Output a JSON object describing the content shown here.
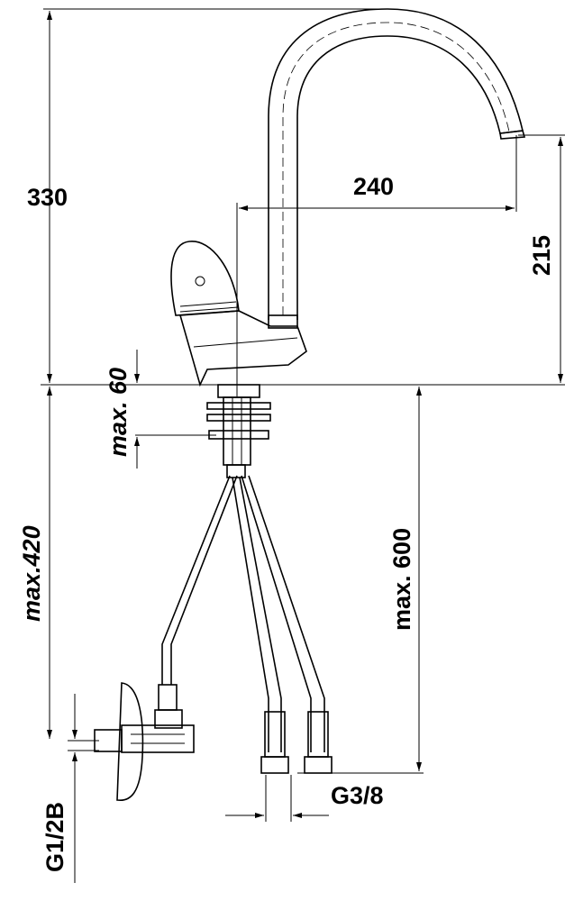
{
  "drawing": {
    "title": "Faucet dimension drawing",
    "dimensions": {
      "height_total": "330",
      "spout_reach": "240",
      "spout_height": "215",
      "deck_thickness": "max. 60",
      "hose_length_left": "max.420",
      "hose_length_right": "max. 600",
      "hose_thread": "G3/8",
      "valve_thread": "G1/2B"
    }
  }
}
